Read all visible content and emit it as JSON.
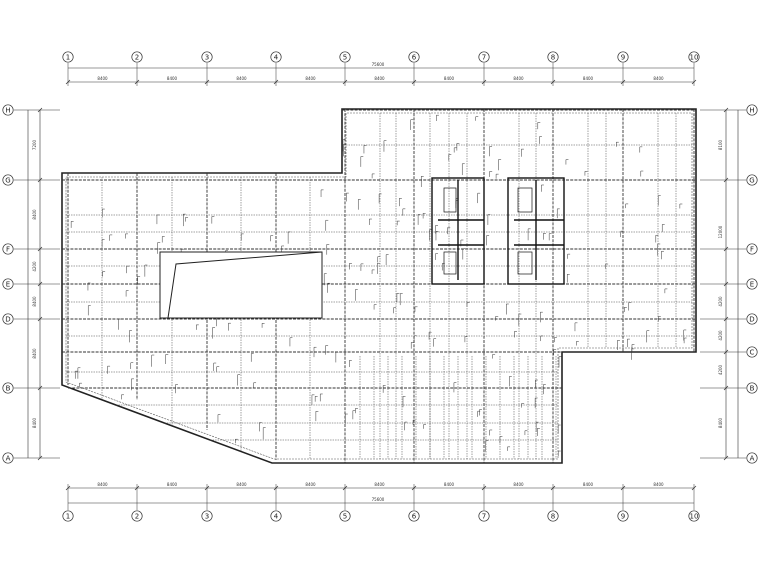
{
  "plan": {
    "grid_columns_top": [
      "1",
      "2",
      "3",
      "4",
      "5",
      "6",
      "7",
      "8",
      "9",
      "10"
    ],
    "grid_columns_bottom": [
      "1",
      "2",
      "3",
      "4",
      "5",
      "6",
      "7",
      "8",
      "9",
      "10"
    ],
    "grid_rows_left": [
      "H",
      "G",
      "F",
      "E",
      "D",
      "B",
      "A"
    ],
    "grid_rows_right": [
      "H",
      "G",
      "F",
      "E",
      "D",
      "C",
      "B",
      "A"
    ],
    "overall_dimension_top": "75600",
    "overall_dimension_bottom": "75600",
    "bay_dimensions_top": [
      "8400",
      "8400",
      "8400",
      "8400",
      "8400",
      "8400",
      "8400",
      "8400",
      "8400"
    ],
    "bay_dimensions_bottom": [
      "8400",
      "8400",
      "8400",
      "8400",
      "8400",
      "8400",
      "8400",
      "8400",
      "8400"
    ],
    "row_dimensions_left": [
      "7200",
      "8400",
      "4200",
      "8400",
      "8400",
      "8400"
    ],
    "row_dimensions_right": [
      "8100",
      "12000",
      "4200",
      "4200",
      "4200",
      "8400"
    ]
  }
}
